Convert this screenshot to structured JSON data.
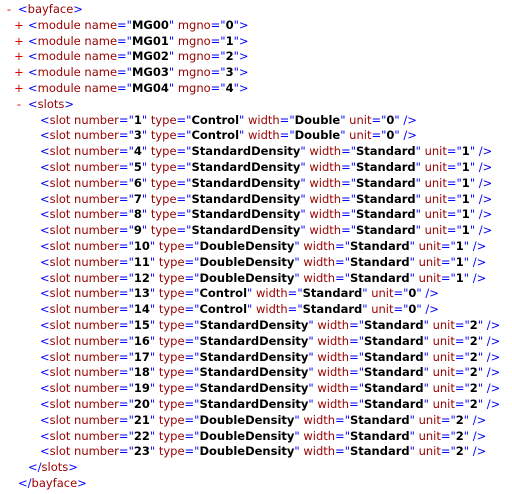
{
  "root": {
    "tag": "bayface",
    "toggle": "-",
    "modules": [
      {
        "toggle": "+",
        "tag": "module",
        "name": "MG00",
        "mgno": "0"
      },
      {
        "toggle": "+",
        "tag": "module",
        "name": "MG01",
        "mgno": "1"
      },
      {
        "toggle": "+",
        "tag": "module",
        "name": "MG02",
        "mgno": "2"
      },
      {
        "toggle": "+",
        "tag": "module",
        "name": "MG03",
        "mgno": "3"
      },
      {
        "toggle": "+",
        "tag": "module",
        "name": "MG04",
        "mgno": "4"
      }
    ],
    "slots": {
      "toggle": "-",
      "tag": "slots",
      "items": [
        {
          "number": "1",
          "type": "Control",
          "width": "Double",
          "unit": "0"
        },
        {
          "number": "3",
          "type": "Control",
          "width": "Double",
          "unit": "0"
        },
        {
          "number": "4",
          "type": "StandardDensity",
          "width": "Standard",
          "unit": "1"
        },
        {
          "number": "5",
          "type": "StandardDensity",
          "width": "Standard",
          "unit": "1"
        },
        {
          "number": "6",
          "type": "StandardDensity",
          "width": "Standard",
          "unit": "1"
        },
        {
          "number": "7",
          "type": "StandardDensity",
          "width": "Standard",
          "unit": "1"
        },
        {
          "number": "8",
          "type": "StandardDensity",
          "width": "Standard",
          "unit": "1"
        },
        {
          "number": "9",
          "type": "StandardDensity",
          "width": "Standard",
          "unit": "1"
        },
        {
          "number": "10",
          "type": "DoubleDensity",
          "width": "Standard",
          "unit": "1"
        },
        {
          "number": "11",
          "type": "DoubleDensity",
          "width": "Standard",
          "unit": "1"
        },
        {
          "number": "12",
          "type": "DoubleDensity",
          "width": "Standard",
          "unit": "1"
        },
        {
          "number": "13",
          "type": "Control",
          "width": "Standard",
          "unit": "0"
        },
        {
          "number": "14",
          "type": "Control",
          "width": "Standard",
          "unit": "0"
        },
        {
          "number": "15",
          "type": "StandardDensity",
          "width": "Standard",
          "unit": "2"
        },
        {
          "number": "16",
          "type": "StandardDensity",
          "width": "Standard",
          "unit": "2"
        },
        {
          "number": "17",
          "type": "StandardDensity",
          "width": "Standard",
          "unit": "2"
        },
        {
          "number": "18",
          "type": "StandardDensity",
          "width": "Standard",
          "unit": "2"
        },
        {
          "number": "19",
          "type": "StandardDensity",
          "width": "Standard",
          "unit": "2"
        },
        {
          "number": "20",
          "type": "StandardDensity",
          "width": "Standard",
          "unit": "2"
        },
        {
          "number": "21",
          "type": "DoubleDensity",
          "width": "Standard",
          "unit": "2"
        },
        {
          "number": "22",
          "type": "DoubleDensity",
          "width": "Standard",
          "unit": "2"
        },
        {
          "number": "23",
          "type": "DoubleDensity",
          "width": "Standard",
          "unit": "2"
        }
      ]
    }
  }
}
